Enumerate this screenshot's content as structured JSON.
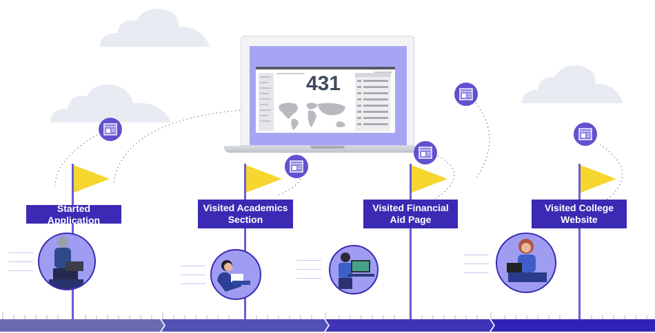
{
  "dashboard": {
    "count": "431"
  },
  "milestones": [
    {
      "label": "Started Application"
    },
    {
      "label": "Visited Academics Section"
    },
    {
      "label": "Visited Financial Aid Page"
    },
    {
      "label": "Visited College Website"
    }
  ],
  "colors": {
    "label_bg": "#3b2ab3",
    "flag": "#f6d62f",
    "pole": "#6a5bd6",
    "badge": "#6251cf",
    "avatar_bg": "#9f9cf2",
    "cloud": "#e8ecf2",
    "timeline": [
      "#6a6ab0",
      "#5251b5",
      "#3f34b5",
      "#3223b8"
    ]
  }
}
